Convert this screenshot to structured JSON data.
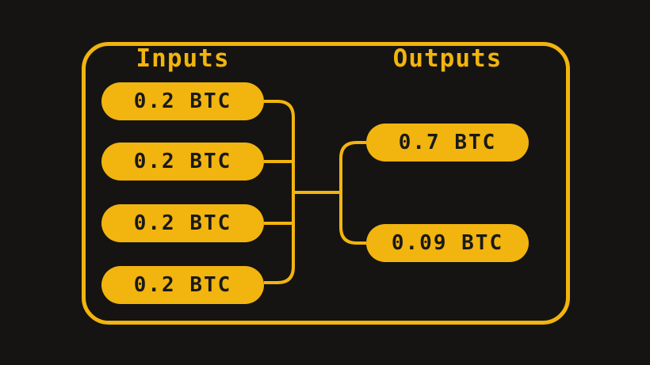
{
  "diagram": {
    "headings": {
      "inputs": "Inputs",
      "outputs": "Outputs"
    },
    "inputs": [
      {
        "label": "0.2 BTC"
      },
      {
        "label": "0.2 BTC"
      },
      {
        "label": "0.2 BTC"
      },
      {
        "label": "0.2 BTC"
      }
    ],
    "outputs": [
      {
        "label": "0.7 BTC"
      },
      {
        "label": "0.09 BTC"
      }
    ],
    "colors": {
      "accent": "#F2B40E",
      "background": "#151413",
      "pill_text": "#191919"
    }
  }
}
